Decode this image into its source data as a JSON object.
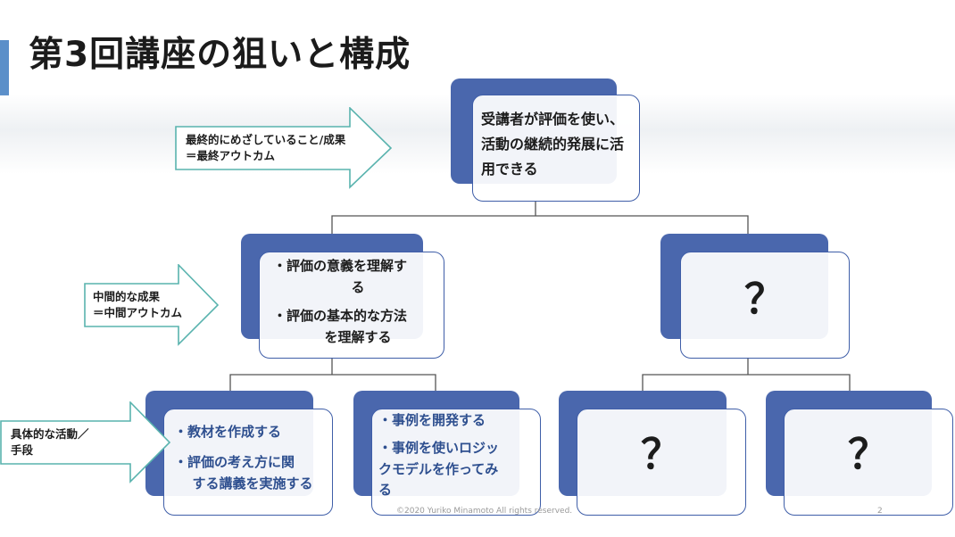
{
  "title": "第3回講座の狙いと構成",
  "colors": {
    "accent": "#5b8fc9",
    "box_back": "#4a67ad",
    "box_border": "#3f5ea8",
    "blue_text": "#2e4f8f",
    "arrow_stroke": "#59b3ae"
  },
  "arrows": {
    "final": {
      "line1": "最終的にめざしていること/成果",
      "line2": "＝最終アウトカム"
    },
    "intermediate": {
      "line1": "中間的な成果",
      "line2": "＝中間アウトカム"
    },
    "activities": {
      "line1": "具体的な活動／",
      "line2": "手段"
    }
  },
  "nodes": {
    "top": {
      "text": "受講者が評価を使い、活動の継続的発展に活用できる"
    },
    "mid_left": {
      "item1": "・評価の意義を理解す",
      "item1_cont": "る",
      "item2": "・評価の基本的な方法",
      "item2_cont": "を理解する"
    },
    "mid_right": {
      "text": "？"
    },
    "bottom_1": {
      "item1": "・教材を作成する",
      "item2": "・評価の考え方に関",
      "item2_cont": "する講義を実施する"
    },
    "bottom_2": {
      "item1": "・事例を開発する",
      "item2": "・事例を使いロジッ",
      "item2_cont": "クモデルを作ってみ",
      "item2_cont2": "る"
    },
    "bottom_3": {
      "text": "？"
    },
    "bottom_4": {
      "text": "？"
    }
  },
  "footer": {
    "copyright": "©2020 Yuriko Minamoto  All rights reserved.",
    "page": "2"
  }
}
